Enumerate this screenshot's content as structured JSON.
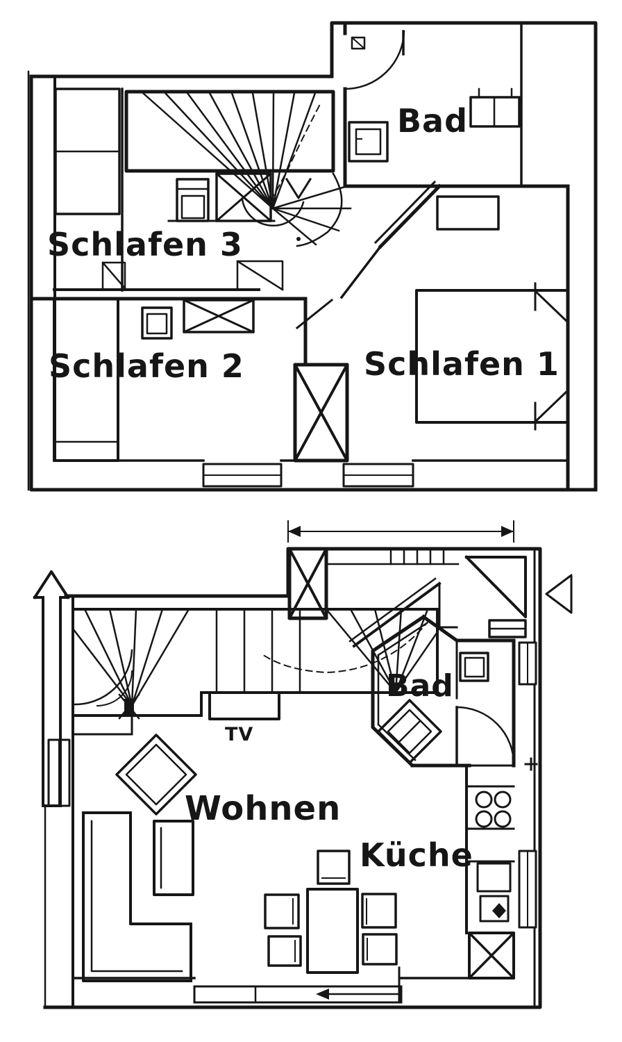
{
  "page": {
    "background": "#ffffff",
    "ink": "#161616",
    "kind": "hand-drawn floor plan, two storeys"
  },
  "floor_plans": {
    "upper": {
      "rooms": {
        "bad": "Bad",
        "schlafen3": "Schlafen 3",
        "schlafen2": "Schlafen 2",
        "schlafen1": "Schlafen 1"
      }
    },
    "ground": {
      "rooms": {
        "bad": "Bad",
        "wohnen": "Wohnen",
        "kueche": "Küche"
      },
      "annotations": {
        "tv": "TV"
      }
    }
  }
}
